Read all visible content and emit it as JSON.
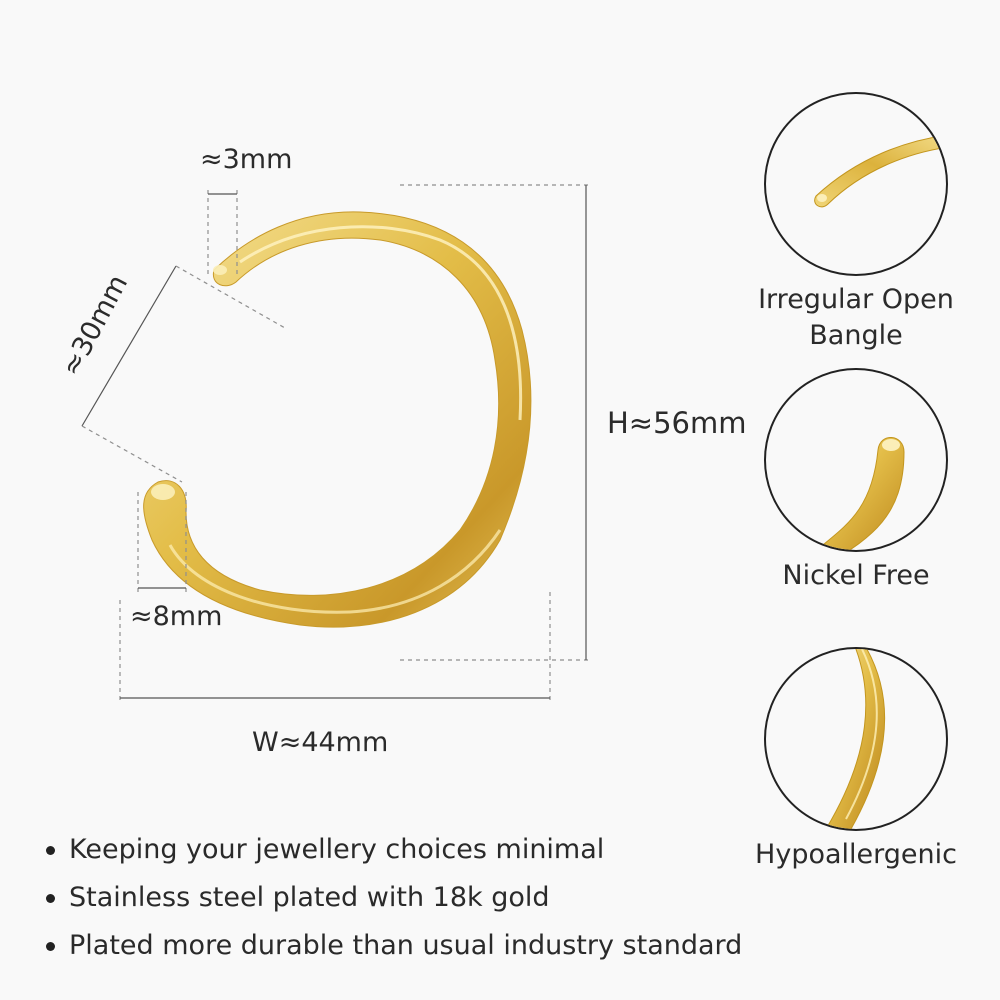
{
  "product": {
    "dimensions": {
      "gap_width": "≈3mm",
      "opening": "≈30mm",
      "thickness": "≈8mm",
      "width": "W≈44mm",
      "height": "H≈56mm"
    },
    "colors": {
      "gold_light": "#f3dc8a",
      "gold_mid": "#e0b840",
      "gold_dark": "#b98a1c",
      "line": "#222222",
      "dim_line": "#9a9a9a"
    }
  },
  "features": [
    {
      "label": "Irregular Open Bangle",
      "icon": "bangle-tip-closeup"
    },
    {
      "label": "Nickel Free",
      "icon": "bangle-end-closeup"
    },
    {
      "label": "Hypoallergenic",
      "icon": "bangle-curve-closeup"
    }
  ],
  "bullets": [
    "Keeping your jewellery choices minimal",
    "Stainless steel plated with 18k gold",
    "Plated more durable than usual industry standard"
  ]
}
